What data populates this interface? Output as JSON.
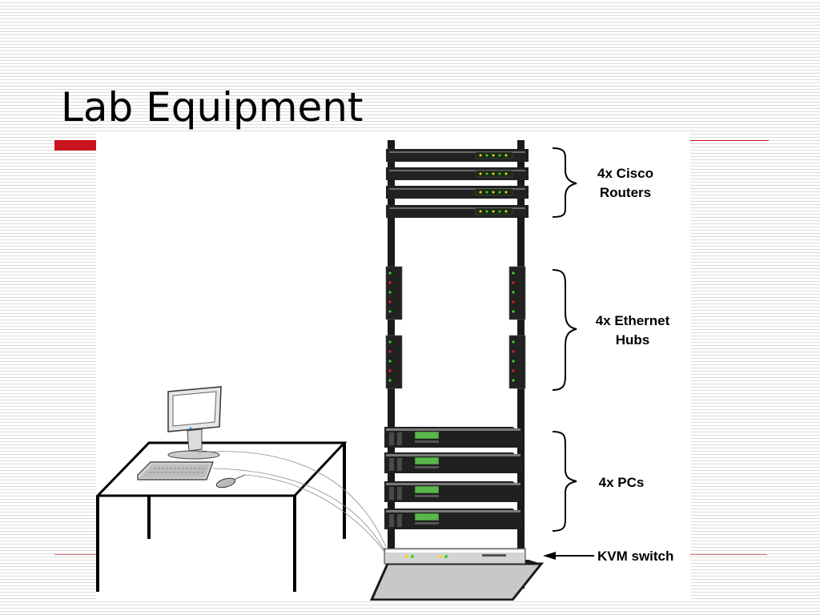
{
  "slide": {
    "title": "Lab Equipment"
  },
  "theme": {
    "accent_color": "#c8141e",
    "rack_color": "#1a1a1a",
    "panel_color": "#ffffff"
  },
  "diagram": {
    "components": [
      {
        "id": "routers",
        "count": 4,
        "label_lines": [
          "4x Cisco",
          "Routers"
        ],
        "icon": "router-icon"
      },
      {
        "id": "hubs",
        "count": 4,
        "label_lines": [
          "4x Ethernet",
          "Hubs"
        ],
        "icon": "ethernet-hub-icon"
      },
      {
        "id": "pcs",
        "count": 4,
        "label_lines": [
          "4x PCs"
        ],
        "icon": "pc-server-icon"
      },
      {
        "id": "kvm",
        "count": 1,
        "label_lines": [
          "KVM switch"
        ],
        "icon": "kvm-switch-icon"
      }
    ],
    "workstation": {
      "icons": [
        "desk-icon",
        "monitor-icon",
        "keyboard-icon",
        "mouse-icon"
      ]
    }
  }
}
